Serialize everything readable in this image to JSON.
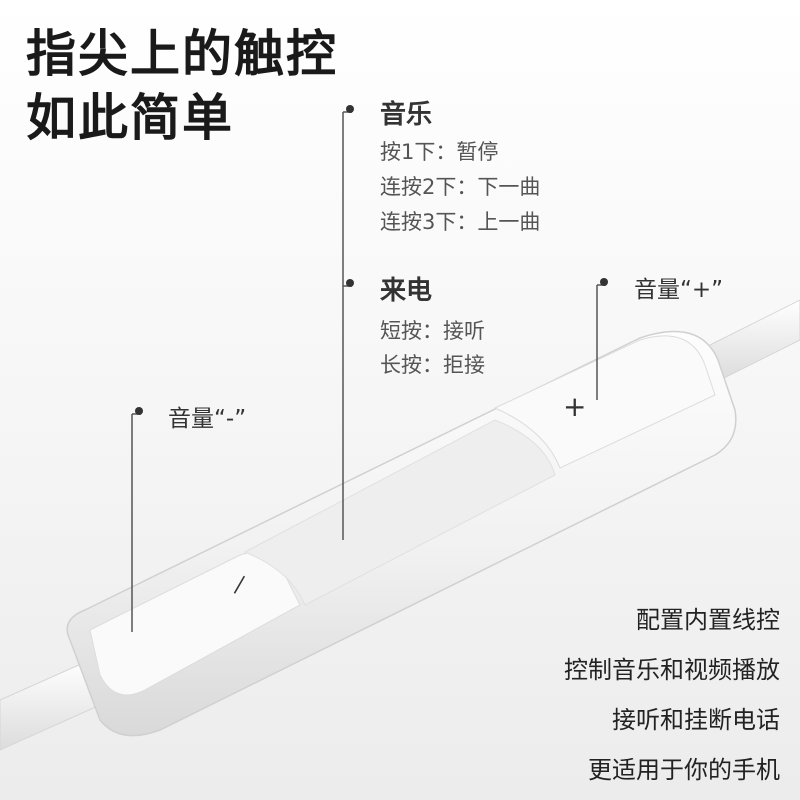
{
  "headline": [
    "指尖上的触控",
    "如此简单"
  ],
  "music": {
    "title": "音乐",
    "lines": [
      "按1下：暂停",
      "连按2下：下一曲",
      "连按3下：上一曲"
    ]
  },
  "call": {
    "title": "来电",
    "lines": [
      "短按：接听",
      "长按：拒接"
    ]
  },
  "volume_up": "音量“+”",
  "volume_down": "音量“-”",
  "button_plus": "+",
  "button_minus": "—",
  "features": [
    "配置内置线控",
    "控制音乐和视频播放",
    "接听和挂断电话",
    "更适用于你的手机"
  ]
}
